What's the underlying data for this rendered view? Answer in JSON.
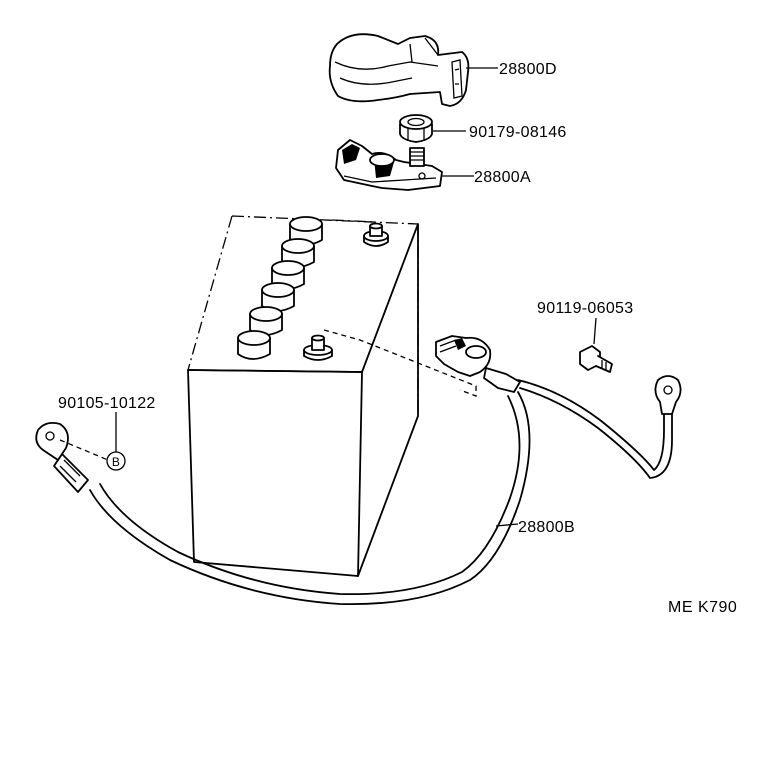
{
  "parts": {
    "cover": "28800D",
    "nut": "90179-08146",
    "positive_terminal": "28800A",
    "bolt": "90119-06053",
    "ground_ref": "90105-10122",
    "ground_marker": "B",
    "cable": "28800B"
  },
  "diagram_code": "ME K790"
}
